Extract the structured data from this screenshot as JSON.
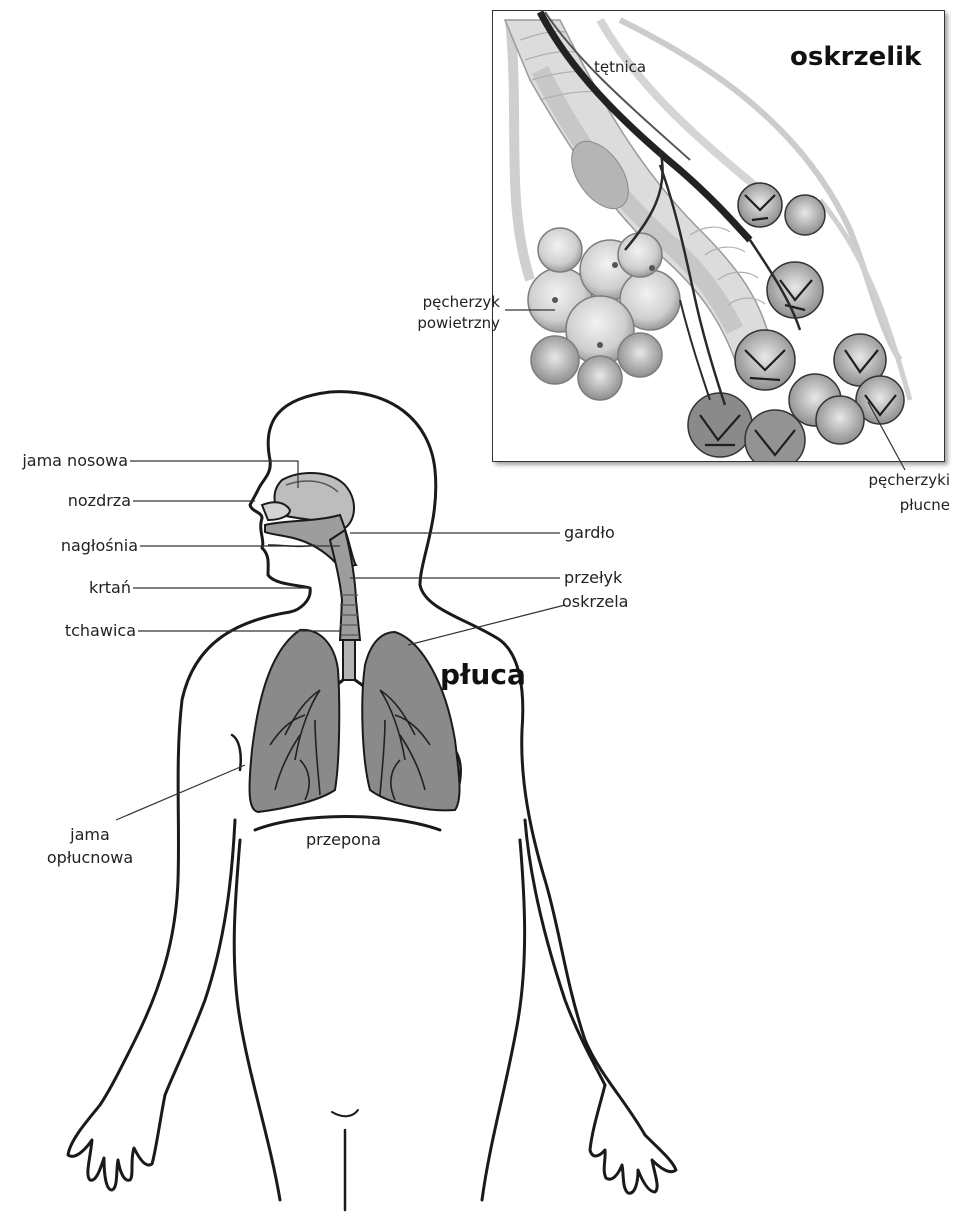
{
  "inset": {
    "title": "oskrzelik",
    "labels": {
      "artery": "tętnica",
      "alveolus_1": "pęcherzyk",
      "alveolus_2": "powietrzny",
      "alveoli_1": "pęcherzyki",
      "alveoli_2": "płucne"
    }
  },
  "body": {
    "title": "płuca",
    "labels": {
      "nasal_cavity": "jama nosowa",
      "nostrils": "nozdrza",
      "epiglottis": "nagłośnia",
      "larynx": "krtań",
      "trachea": "tchawica",
      "pleural_1": "jama",
      "pleural_2": "opłucnowa",
      "throat": "gardło",
      "esophagus": "przełyk",
      "bronchi": "oskrzela",
      "diaphragm": "przepona"
    }
  },
  "colors": {
    "outline": "#1a1a1a",
    "lung_fill": "#8a8a8a",
    "airway_fill": "#9d9d9d",
    "tissue_light": "#d9d9d9",
    "leader": "#333333"
  }
}
